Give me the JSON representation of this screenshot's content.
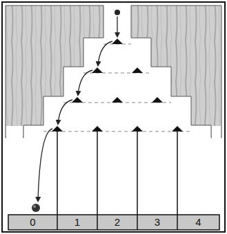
{
  "diagram": {
    "labels": [
      "0",
      "1",
      "2",
      "3",
      "4"
    ]
  }
}
